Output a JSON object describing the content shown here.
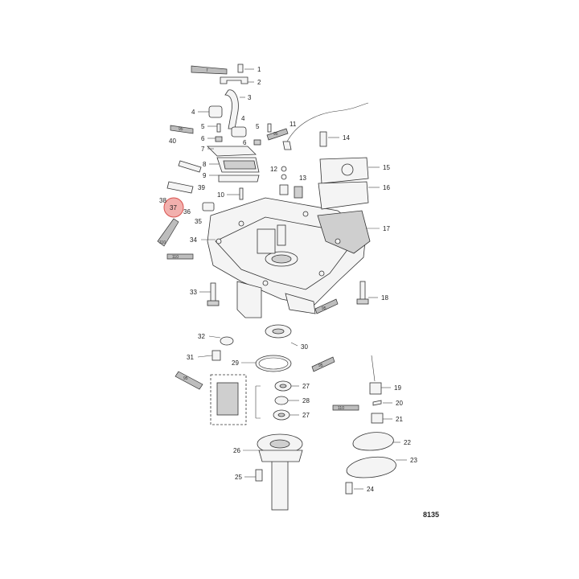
{
  "diagram": {
    "figure_number": "8135",
    "highlighted_callout": "37",
    "highlight_color": "#e8706a",
    "callouts": {
      "c1": "1",
      "c2": "2",
      "c3": "3",
      "c4a": "4",
      "c4b": "4",
      "c5a": "5",
      "c5b": "5",
      "c6a": "6",
      "c6b": "6",
      "c7": "7",
      "c8": "8",
      "c9": "9",
      "c10": "10",
      "c11": "11",
      "c12": "12",
      "c13": "13",
      "c14": "14",
      "c15": "15",
      "c16": "16",
      "c17": "17",
      "c18": "18",
      "c19": "19",
      "c20": "20",
      "c21": "21",
      "c22": "22",
      "c23": "23",
      "c24": "24",
      "c25": "25",
      "c26": "26",
      "c27a": "27",
      "c27b": "27",
      "c28": "28",
      "c29": "29",
      "c30": "30",
      "c31": "31",
      "c32": "32",
      "c33": "33",
      "c34": "34",
      "c35": "35",
      "c36": "36",
      "c37": "37",
      "c38": "38",
      "c39": "39",
      "c40": "40"
    },
    "tube_labels": {
      "t1": "7",
      "t2": "95",
      "t3": "95",
      "t4": "110",
      "t5": "110",
      "t6": "95",
      "t7": "95",
      "t8": "95",
      "t9": "110"
    }
  }
}
